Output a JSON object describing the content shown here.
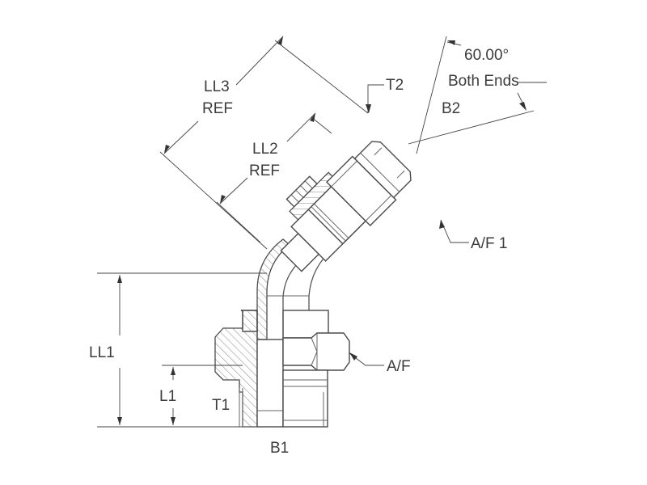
{
  "drawing": {
    "title": "45 degree swivel elbow fitting dimension diagram",
    "labels": {
      "ll3": "LL3",
      "ll3_ref": "REF",
      "ll2": "LL2",
      "ll2_ref": "REF",
      "t2": "T2",
      "angle": "60.00°",
      "angle_note": "Both Ends",
      "b2": "B2",
      "af1": "A/F 1",
      "ll1": "LL1",
      "l1": "L1",
      "t1": "T1",
      "af": "A/F",
      "b1": "B1"
    },
    "colors": {
      "line": "#555555",
      "text": "#3c3c3c",
      "background": "#ffffff"
    }
  }
}
